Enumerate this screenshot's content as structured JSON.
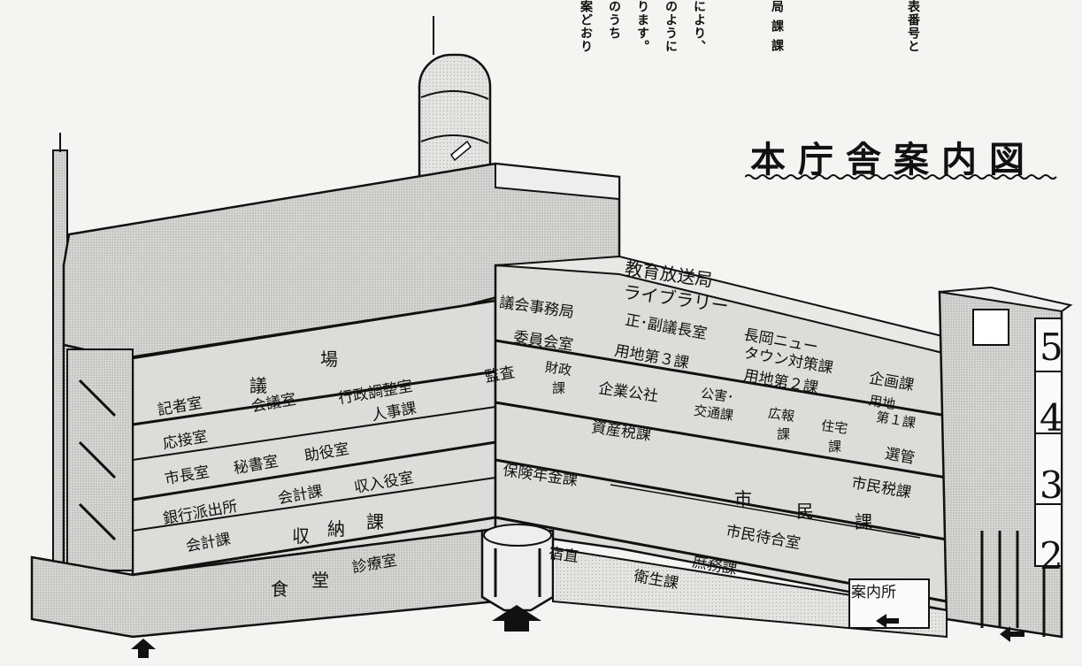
{
  "title": "本庁舎案内図",
  "top_text": {
    "col1": "により、",
    "col2": "のように",
    "col3": "ります。",
    "col4": "のうち",
    "col5": "案どおり",
    "col6": "局課課",
    "col7": "表番号と"
  },
  "floors": [
    "5",
    "4",
    "3",
    "2"
  ],
  "labels": {
    "kyoiku_hoso": "教育放送局",
    "library": "ライブラリー",
    "gikai_jimukyoku": "議会事務局",
    "seifuku_gicho": "正･副議長室",
    "nagaoka_new": "長岡ニュー",
    "town_taisaku": "タウン対策課",
    "kikaku": "企画課",
    "iin_kaishitsu": "委員会室",
    "yochi3": "用地第３課",
    "yochi2": "用地第２課",
    "yochi1a": "用地",
    "yochi1b": "第１課",
    "kansa": "監査",
    "zaisei_a": "財政",
    "zaisei_b": "課",
    "kigyo_kosha": "企業公社",
    "kogai_a": "公害･",
    "kogai_b": "交通課",
    "koho_a": "広報",
    "koho_b": "課",
    "jutaku_a": "住宅",
    "jutaku_b": "課",
    "senkan": "選管",
    "gijo_a": "議",
    "gijo_b": "場",
    "kisha": "記者室",
    "kaigi": "会議室",
    "gyosei": "行政調整室",
    "osetsu": "応接室",
    "jinji": "人事課",
    "shisan": "資産税課",
    "shicho": "市長室",
    "hisho": "秘書室",
    "joyaku": "助役室",
    "hoken": "保険年金課",
    "shiminzei": "市民税課",
    "ginko": "銀行派出所",
    "kaikei": "会計課",
    "shunyu": "収入役室",
    "shimin_a": "市",
    "shimin_b": "民",
    "shimin_c": "課",
    "kaikei2": "会計課",
    "shuno_a": "収",
    "shuno_b": "納",
    "shuno_c": "課",
    "machiai": "市民待合室",
    "shukuchoku": "宿直",
    "shomu": "庶務課",
    "eisei": "衛生課",
    "shokudo_a": "食",
    "shokudo_b": "堂",
    "shinryo": "診療室",
    "annai": "案内所"
  }
}
